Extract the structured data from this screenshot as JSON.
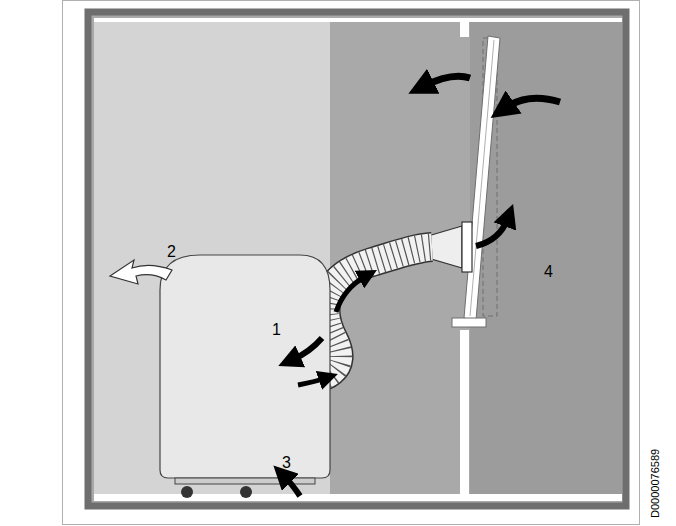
{
  "diagram": {
    "labels": [
      "1",
      "2",
      "3",
      "4",
      "D0000076589"
    ]
  }
}
